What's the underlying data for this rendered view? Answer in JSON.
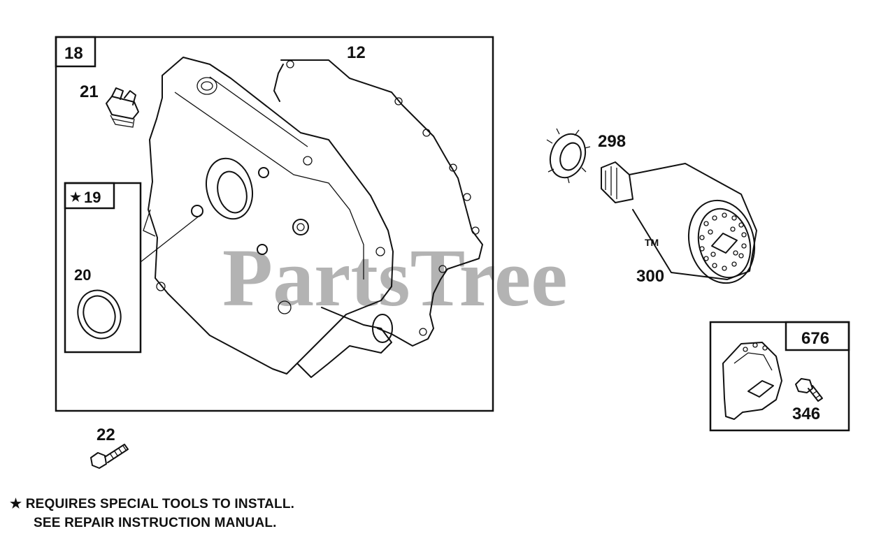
{
  "callouts": {
    "box_18": "18",
    "part_12": "12",
    "part_21": "21",
    "box_19_star": "★",
    "box_19": "19",
    "part_20": "20",
    "part_22": "22",
    "part_298": "298",
    "part_300": "300",
    "box_676": "676",
    "part_346": "346"
  },
  "watermark": {
    "text": "PartsTree",
    "tm": "TM"
  },
  "footnote": {
    "star": "★",
    "line1": "REQUIRES SPECIAL TOOLS TO INSTALL.",
    "line2": "SEE REPAIR INSTRUCTION MANUAL."
  }
}
